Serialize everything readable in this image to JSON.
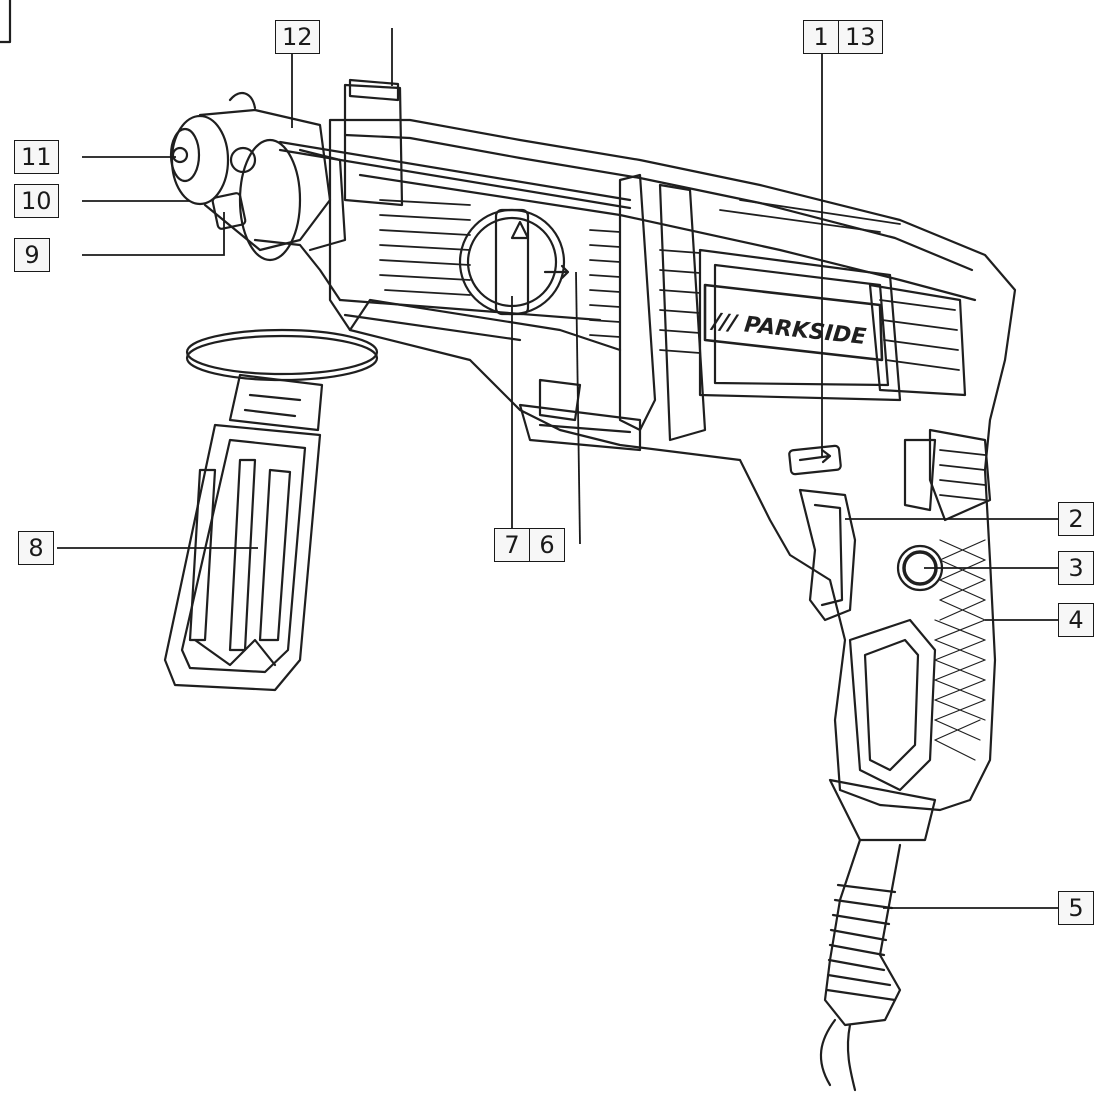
{
  "brand": {
    "name": "/// PARKSIDE"
  },
  "callouts": [
    {
      "key": "c12",
      "labels": [
        "12"
      ]
    },
    {
      "key": "c11",
      "labels": [
        "11"
      ]
    },
    {
      "key": "c10",
      "labels": [
        "10"
      ]
    },
    {
      "key": "c9",
      "labels": [
        "9"
      ]
    },
    {
      "key": "c8",
      "labels": [
        "8"
      ]
    },
    {
      "key": "c7_6",
      "labels": [
        "7",
        "6"
      ]
    },
    {
      "key": "c1_13",
      "labels": [
        "1",
        "13"
      ]
    },
    {
      "key": "c2",
      "labels": [
        "2"
      ]
    },
    {
      "key": "c3",
      "labels": [
        "3"
      ]
    },
    {
      "key": "c4",
      "labels": [
        "4"
      ]
    },
    {
      "key": "c5",
      "labels": [
        "5"
      ]
    }
  ]
}
